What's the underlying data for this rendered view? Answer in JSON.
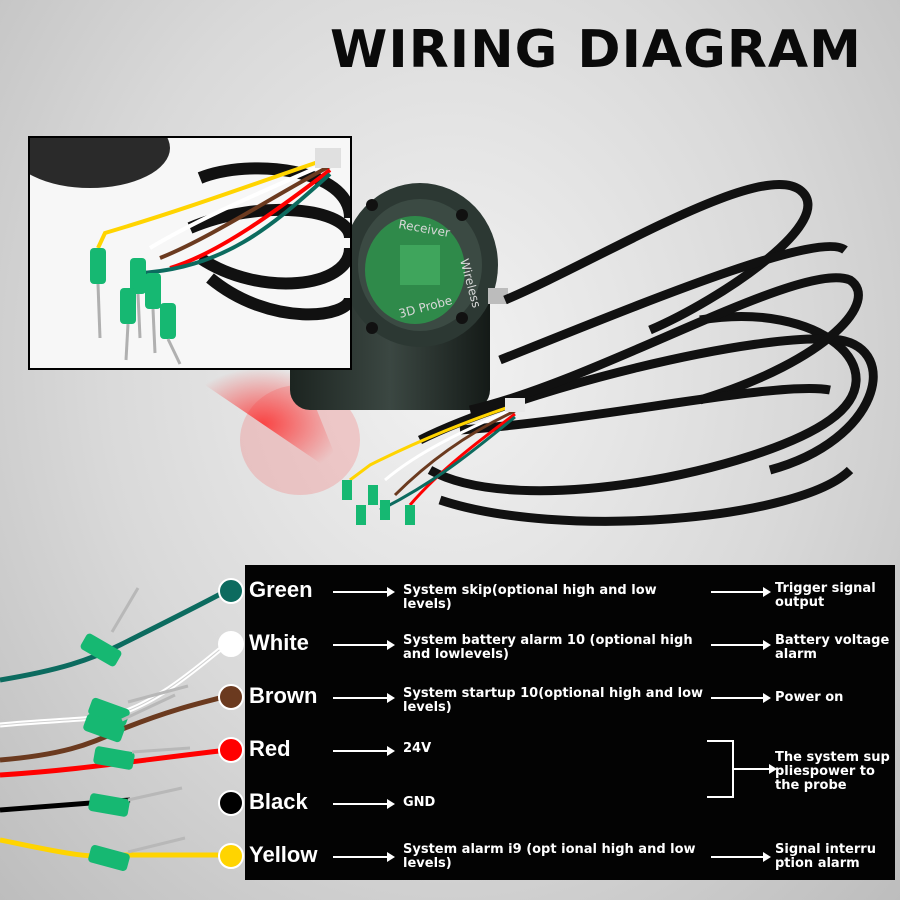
{
  "title": "WIRING DIAGRAM",
  "device_labels": [
    "Receiver",
    "Wireless",
    "3D Probe"
  ],
  "wires": [
    {
      "name": "Green",
      "color": "#0c6b5f",
      "function": "System skip(optional high and low levels)",
      "result": "Trigger signal output"
    },
    {
      "name": "White",
      "color": "#ffffff",
      "function": "System battery alarm 10 (optional high and lowlevels)",
      "result": "Battery voltage alarm"
    },
    {
      "name": "Brown",
      "color": "#6b3a1f",
      "function": "System startup 10(optional high and low levels)",
      "result": "Power on"
    },
    {
      "name": "Red",
      "color": "#ff0000",
      "function": "24V",
      "result": ""
    },
    {
      "name": "Black",
      "color": "#000000",
      "function": "GND",
      "result": ""
    },
    {
      "name": "Yellow",
      "color": "#ffd400",
      "function": "System alarm i9 (opt ional high and low levels)",
      "result": "Signal interru ption alarm"
    }
  ],
  "shared_result": "The system sup pliespower to the probe"
}
